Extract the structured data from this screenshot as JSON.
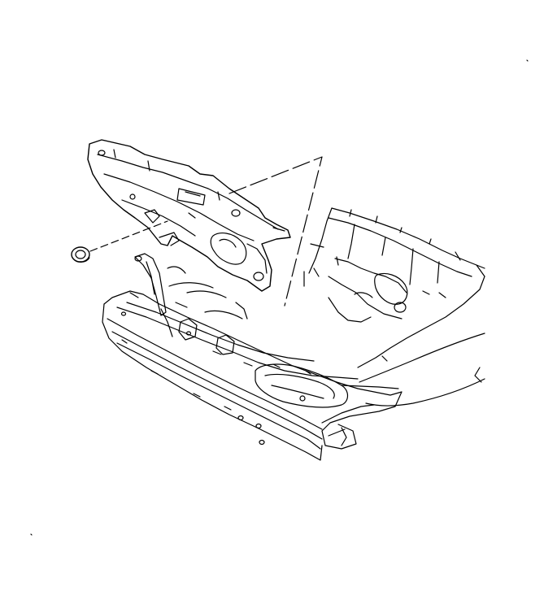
{
  "diagram": {
    "line_color": "#000000",
    "background_color": "#ffffff",
    "parts": [
      {
        "id": "dash-insulator",
        "icon": "insulator-panel-icon"
      },
      {
        "id": "grommet",
        "icon": "grommet-icon"
      },
      {
        "id": "front-structure",
        "icon": "vehicle-front-structure-icon"
      },
      {
        "id": "detail-view",
        "icon": "detail-view-icon"
      }
    ]
  }
}
